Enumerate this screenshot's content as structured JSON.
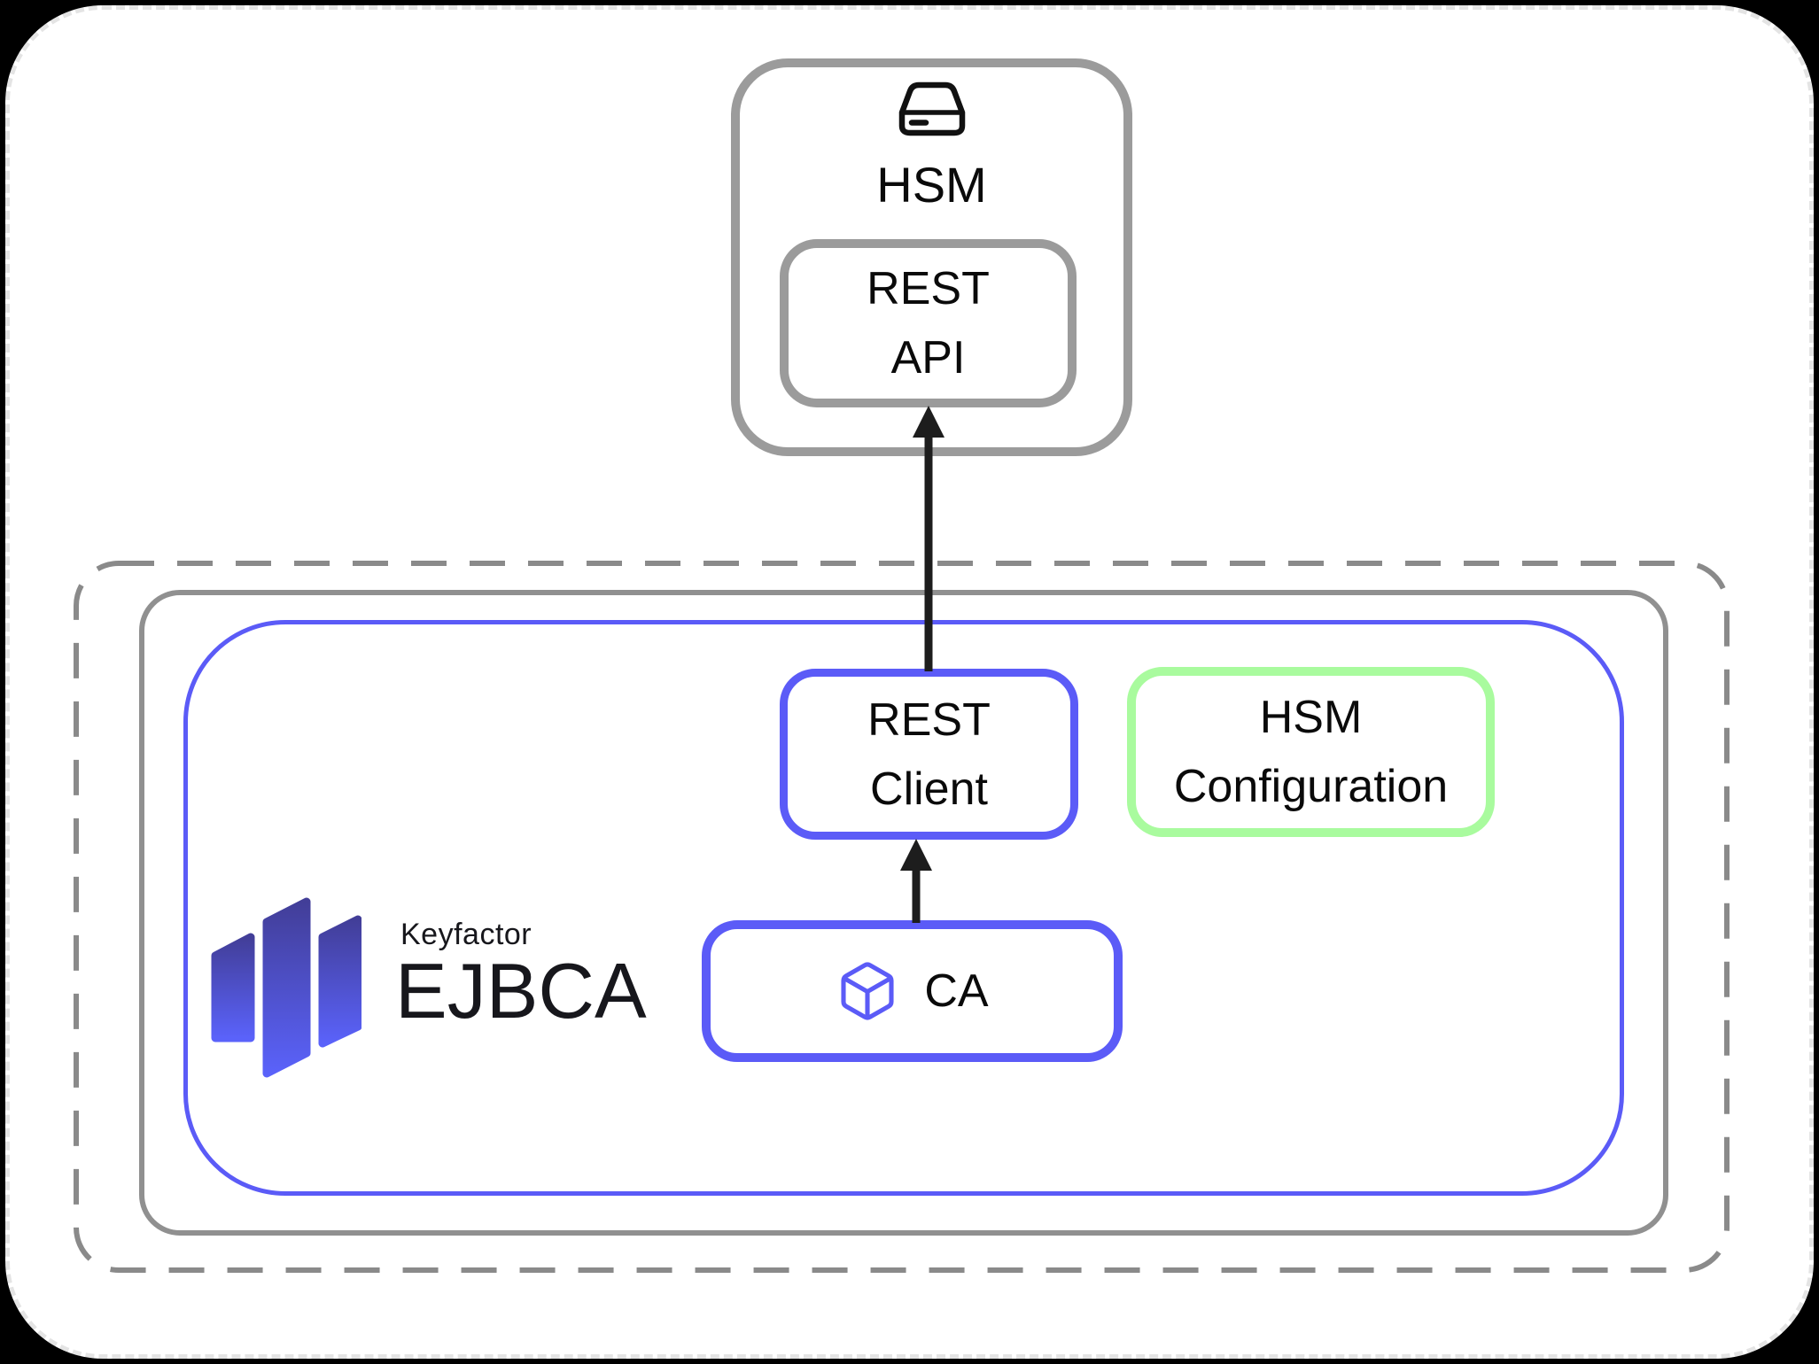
{
  "diagram": {
    "hsm": {
      "title": "HSM"
    },
    "rest_api": {
      "line1": "REST",
      "line2": "API"
    },
    "rest_client": {
      "line1": "REST",
      "line2": "Client"
    },
    "hsm_configuration": {
      "line1": "HSM",
      "line2": "Configuration"
    },
    "ca": {
      "label": "CA"
    },
    "logo": {
      "brand": "Keyfactor",
      "product": "EJBCA"
    },
    "connections": [
      {
        "from": "CA",
        "to": "REST Client",
        "style": "black-arrow-up"
      },
      {
        "from": "REST Client",
        "to": "REST API",
        "style": "black-arrow-up"
      }
    ],
    "icons": {
      "hsm": "storage-device-icon",
      "ca": "cube-icon",
      "logo": "keyfactor-bars-icon"
    },
    "colors": {
      "accent_blue": "#5b5bf7",
      "accent_green": "#a9fb9e",
      "node_gray": "#9b9b9b",
      "boundary_dash_gray": "#8a8a8a",
      "arrow_black": "#1d1d1d",
      "logo_gradient_top": "#423e98",
      "logo_gradient_bottom": "#5a62fa",
      "text_black": "#0a0a0a",
      "page_background": "#ffffff"
    }
  }
}
